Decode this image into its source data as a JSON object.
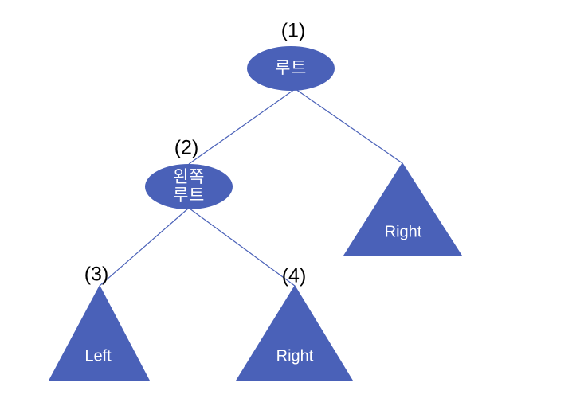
{
  "diagram": {
    "title": "Binary tree decomposition diagram",
    "background_color": "#FFFFFF",
    "shape_fill_color": "#4A61B8",
    "edge_color": "#4A61B8",
    "shape_text_color": "#FFFFFF",
    "marker_text_color": "#000000"
  },
  "nodes": {
    "root": {
      "shape": "ellipse",
      "marker": "(1)",
      "lines": [
        "루트"
      ]
    },
    "left_root": {
      "shape": "ellipse",
      "marker": "(2)",
      "lines": [
        "왼쪽",
        "루트"
      ]
    },
    "right_subtree_top": {
      "shape": "triangle",
      "marker": "",
      "label": "Right"
    },
    "left_subtree_bottom": {
      "shape": "triangle",
      "marker": "(3)",
      "label": "Left"
    },
    "right_subtree_bottom": {
      "shape": "triangle",
      "marker": "(4)",
      "label": "Right"
    }
  },
  "edges": [
    {
      "from": "root",
      "to": "left_root"
    },
    {
      "from": "root",
      "to": "right_subtree_top"
    },
    {
      "from": "left_root",
      "to": "left_subtree_bottom"
    },
    {
      "from": "left_root",
      "to": "right_subtree_bottom"
    }
  ]
}
